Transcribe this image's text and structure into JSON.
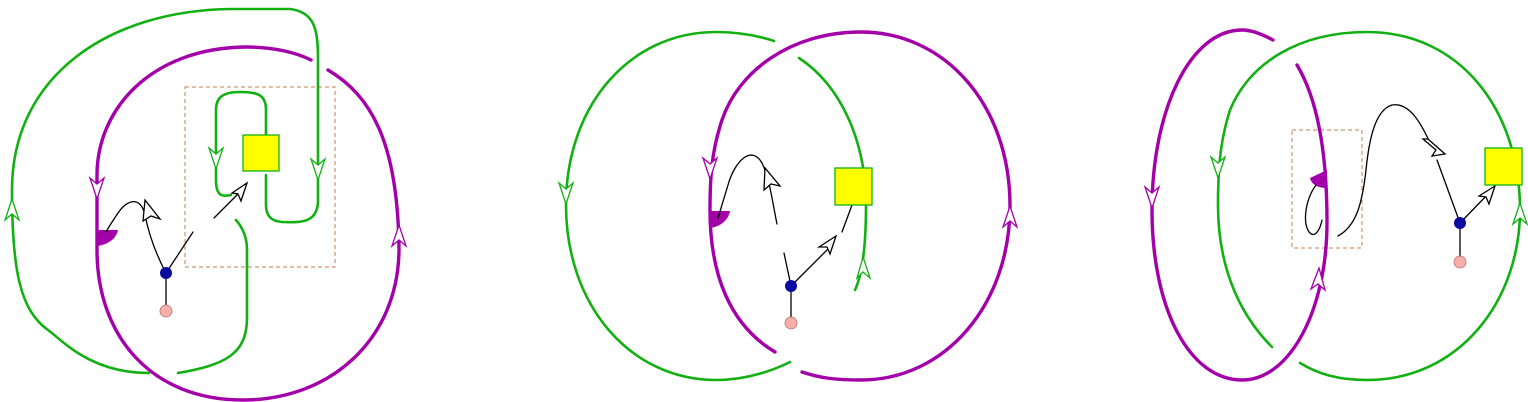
{
  "colors": {
    "green": "#12b012",
    "magenta": "#a400aa",
    "black": "#000000",
    "box_fill": "#ffff00",
    "box_stroke": "#12b012",
    "vertex": "#0a0aa0",
    "endpoint": "#f4b0a8",
    "dashed": "#c08050",
    "background": "#ffffff"
  },
  "panels": [
    {
      "name": "left",
      "has_dashed_box": true
    },
    {
      "name": "middle",
      "has_dashed_box": false
    },
    {
      "name": "right",
      "has_dashed_box": true
    }
  ]
}
